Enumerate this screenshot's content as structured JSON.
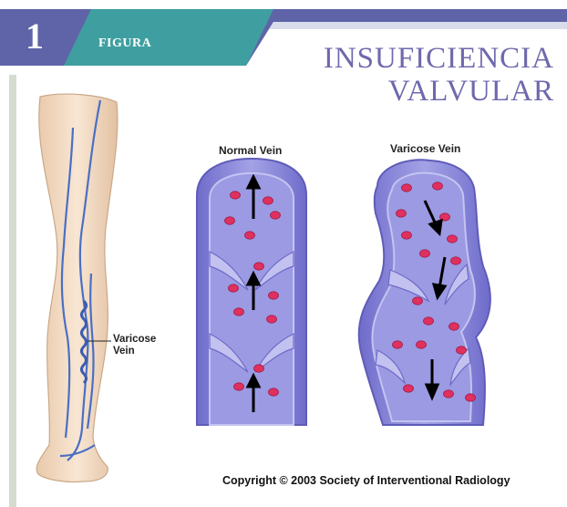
{
  "header": {
    "figure_number": "1",
    "figure_label": "FIGURA"
  },
  "title": {
    "line1": "INSUFICIENCIA",
    "line2": "VALVULAR"
  },
  "labels": {
    "normal_vein": "Normal Vein",
    "varicose_vein": "Varicose Vein",
    "callout_line1": "Varicose",
    "callout_line2": "Vein"
  },
  "copyright": "Copyright © 2003 Society of Interventional Radiology",
  "colors": {
    "header_dark": "#5f64a8",
    "header_teal": "#3f9fa0",
    "title_purple": "#6e69ad",
    "vein_purple": "#8f8ed8",
    "vein_wall": "#b8b6ec",
    "blood_cell": "#e0305f",
    "skin": "#f5dfc8",
    "leg_veins": "#4a6fc4"
  }
}
